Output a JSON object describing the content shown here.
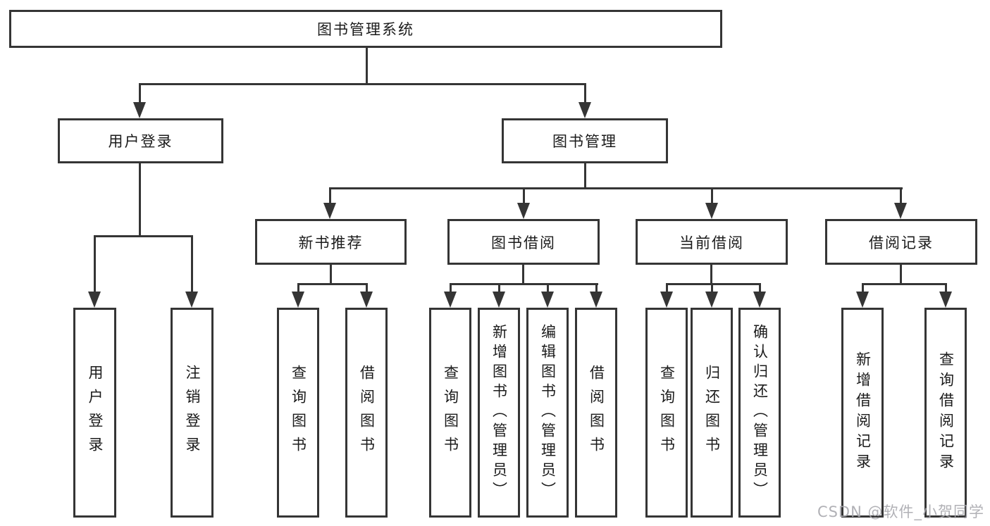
{
  "watermark": "CSDN @软件_小贺同学",
  "colors": {
    "line": "#353535",
    "box_background": "#ffffff",
    "text": "#1b1b1b",
    "watermark_text": "#a8a8ae"
  },
  "tree": {
    "root": "图书管理系统",
    "branches": [
      {
        "label": "用户登录",
        "children": [
          "用户登录",
          "注销登录"
        ]
      },
      {
        "label": "图书管理",
        "sections": [
          {
            "label": "新书推荐",
            "children": [
              "查询图书",
              "借阅图书"
            ]
          },
          {
            "label": "图书借阅",
            "children": [
              "查询图书",
              "新增图书（管理员）",
              "编辑图书（管理员）",
              "借阅图书"
            ]
          },
          {
            "label": "当前借阅",
            "children": [
              "查询图书",
              "归还图书",
              "确认归还（管理员）"
            ]
          },
          {
            "label": "借阅记录",
            "children": [
              "新增借阅记录",
              "查询借阅记录"
            ]
          }
        ]
      }
    ]
  }
}
